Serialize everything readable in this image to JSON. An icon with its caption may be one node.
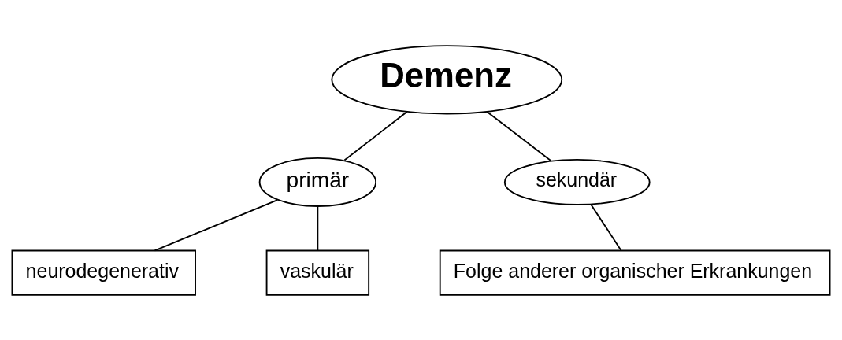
{
  "diagram": {
    "nodes": [
      {
        "text": [
          "Demenz"
        ]
      },
      {
        "text": [
          "primär"
        ]
      },
      {
        "text": [
          "sekundär"
        ]
      },
      {
        "text": [
          "neurodegenerativ"
        ]
      },
      {
        "text": [
          "vaskulär"
        ]
      },
      {
        "text": [
          "Folge anderer organischer Erkrankungen"
        ]
      }
    ],
    "edges": [
      {
        "from": 0,
        "to": 1,
        "arrow": "none"
      },
      {
        "from": 0,
        "to": 2,
        "arrow": "none"
      },
      {
        "from": 1,
        "to": 3,
        "arrow": "none"
      },
      {
        "from": 1,
        "to": 4,
        "arrow": "none"
      },
      {
        "from": 2,
        "to": 5,
        "arrow": "none"
      }
    ]
  }
}
